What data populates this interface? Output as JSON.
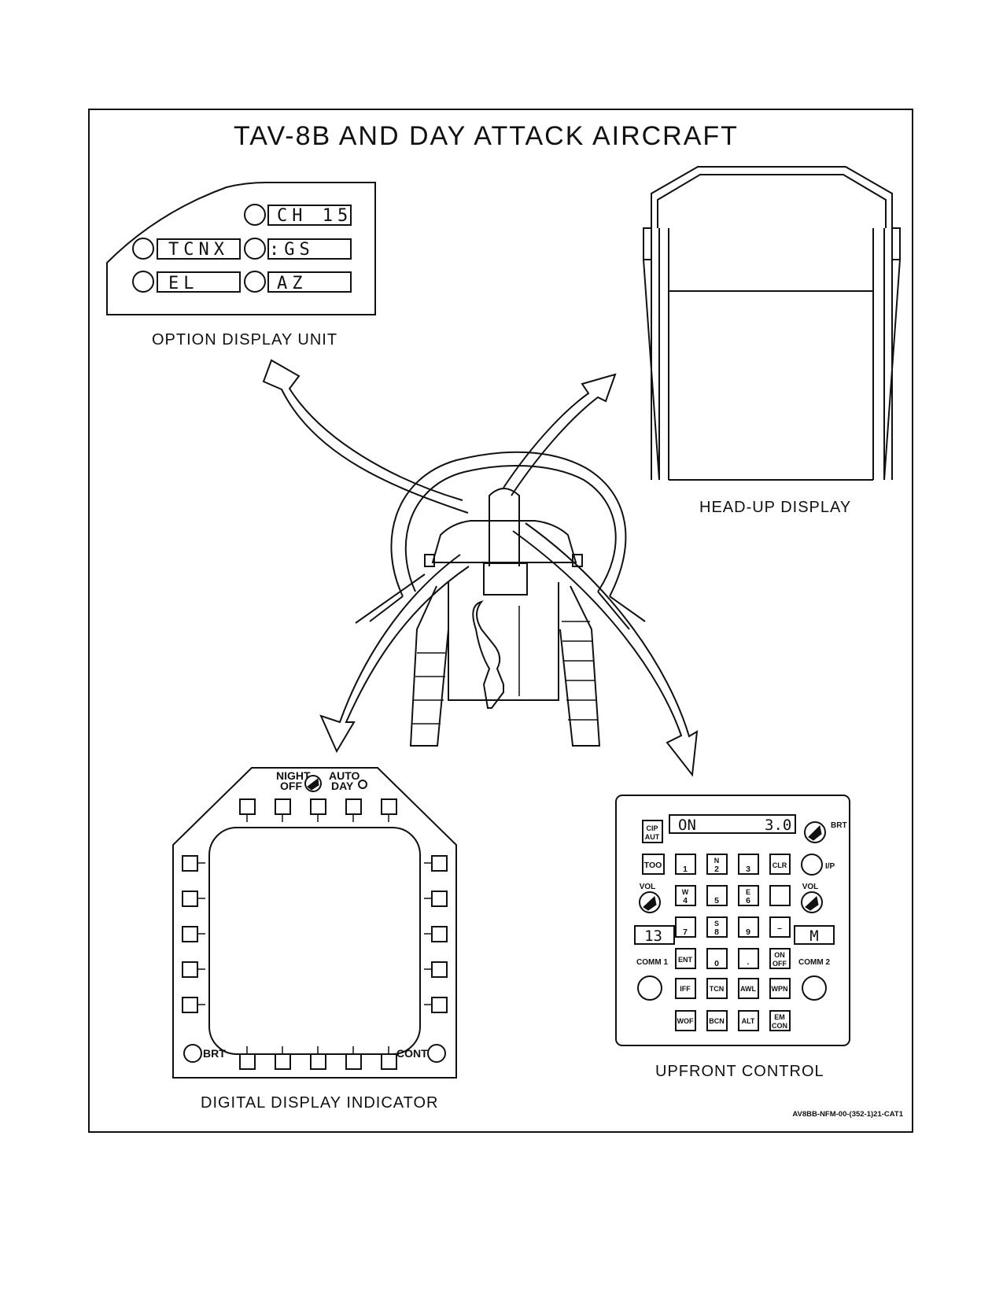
{
  "title": "TAV-8B AND DAY ATTACK AIRCRAFT",
  "reference": "AV8BB-NFM-00-(352-1)21-CAT1",
  "option_display_unit": {
    "caption": "OPTION DISPLAY UNIT",
    "windows": [
      {
        "id": "odu-window-1",
        "text": "CH 15"
      },
      {
        "id": "odu-window-2",
        "text": "TCNX"
      },
      {
        "id": "odu-window-3",
        "text": ":GS"
      },
      {
        "id": "odu-window-4",
        "text": "EL"
      },
      {
        "id": "odu-window-5",
        "text": "AZ"
      }
    ]
  },
  "head_up_display": {
    "caption": "HEAD-UP DISPLAY"
  },
  "digital_display_indicator": {
    "caption": "DIGITAL DISPLAY INDICATOR",
    "mode_knob": {
      "night": "NIGHT",
      "auto": "AUTO",
      "off": "OFF",
      "day": "DAY"
    },
    "brt_label": "BRT",
    "cont_label": "CONT"
  },
  "upfront_control": {
    "caption": "UPFRONT CONTROL",
    "scratchpad": {
      "left": "ON",
      "right": "3.0"
    },
    "comm1": {
      "label": "COMM 1",
      "channel": "13"
    },
    "comm2": {
      "label": "COMM 2",
      "channel": "M"
    },
    "brt_label": "BRT",
    "ip_label": "I/P",
    "vol_left": "VOL",
    "vol_right": "VOL",
    "keys": {
      "cip_top": "CIP",
      "cip_bottom": "AUT",
      "too": "TOO",
      "k1": "1",
      "n": "N",
      "k2": "2",
      "k3": "3",
      "clr": "CLR",
      "w": "W",
      "k4": "4",
      "k5": "5",
      "e": "E",
      "k6": "6",
      "k7": "7",
      "s": "S",
      "k8": "8",
      "k9": "9",
      "dash": "–",
      "ent": "ENT",
      "k0": "0",
      "dot": ".",
      "on_top": "ON",
      "on_bottom": "OFF",
      "iff": "IFF",
      "tcn": "TCN",
      "awl": "AWL",
      "wpn": "WPN",
      "wof": "WOF",
      "bcn": "BCN",
      "alt": "ALT",
      "em_top": "EM",
      "em_bottom": "CON"
    }
  }
}
